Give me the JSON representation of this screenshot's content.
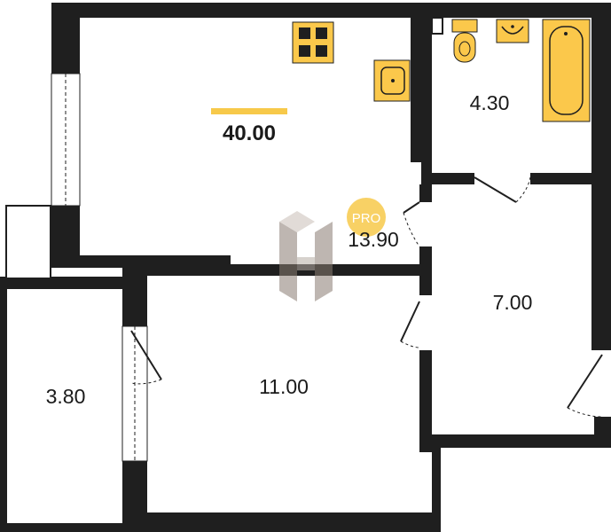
{
  "plan": {
    "total_area": "40.00",
    "rooms": {
      "kitchen": "13.90",
      "bathroom": "4.30",
      "hallway": "7.00",
      "living": "11.00",
      "balcony": "3.80"
    },
    "badge": "PRO"
  },
  "colors": {
    "wall": "#1f1f1f",
    "fixture": "#fbc84b",
    "accent": "#f7c94a",
    "watermark": "#9a8f87"
  }
}
